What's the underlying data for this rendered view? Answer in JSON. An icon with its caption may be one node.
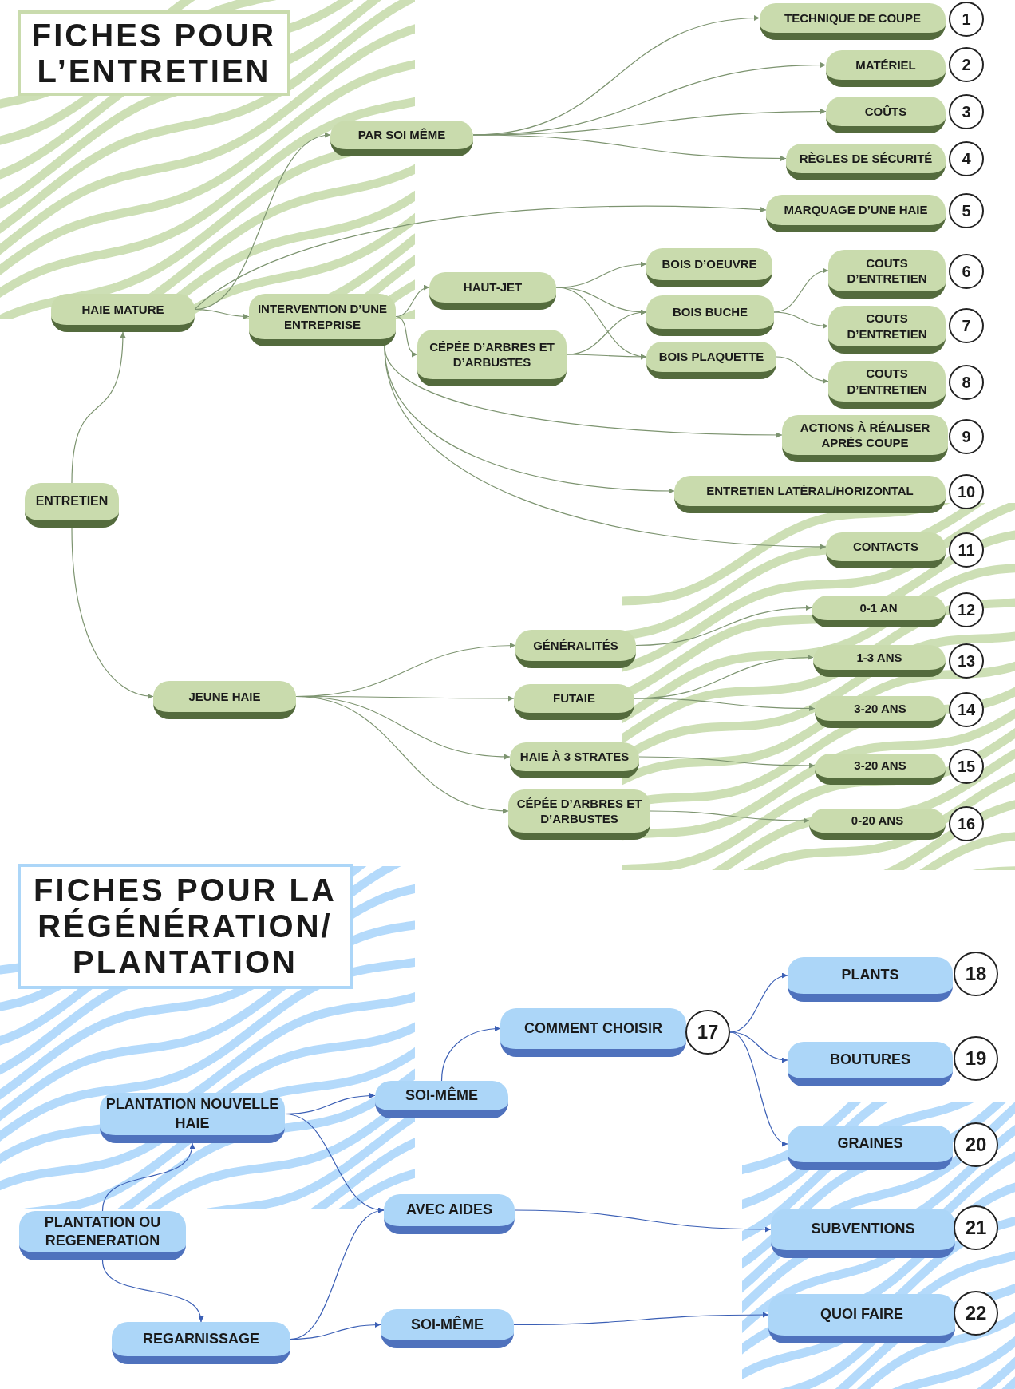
{
  "diagram": {
    "nodes": [
      {
        "text": [
          "FICHES POUR L’ENTRETIEN"
        ]
      },
      {
        "text": [
          "ENTRETIEN"
        ]
      },
      {
        "text": [
          "HAIE MATURE"
        ]
      },
      {
        "text": [
          "PAR SOI MÊME"
        ]
      },
      {
        "text": [
          "TECHNIQUE DE COUPE"
        ]
      },
      {
        "text": [
          "MATÉRIEL"
        ]
      },
      {
        "text": [
          "COÛTS"
        ]
      },
      {
        "text": [
          "RÈGLES DE SÉCURITÉ"
        ]
      },
      {
        "text": [
          "MARQUAGE D’UNE HAIE"
        ]
      },
      {
        "text": [
          "INTERVENTION D’UNE ENTREPRISE"
        ]
      },
      {
        "text": [
          "HAUT-JET"
        ]
      },
      {
        "text": [
          "CÉPÉE D’ARBRES ET D’ARBUSTES"
        ]
      },
      {
        "text": [
          "BOIS D’OEUVRE"
        ]
      },
      {
        "text": [
          "BOIS BUCHE"
        ]
      },
      {
        "text": [
          "BOIS PLAQUETTE"
        ]
      },
      {
        "text": [
          "COUTS D’ENTRETIEN"
        ]
      },
      {
        "text": [
          "COUTS D’ENTRETIEN"
        ]
      },
      {
        "text": [
          "COUTS D’ENTRETIEN"
        ]
      },
      {
        "text": [
          "ACTIONS À RÉALISER APRÈS COUPE"
        ]
      },
      {
        "text": [
          "ENTRETIEN LATÉRAL/HORIZONTAL"
        ]
      },
      {
        "text": [
          "CONTACTS"
        ]
      },
      {
        "text": [
          "JEUNE HAIE"
        ]
      },
      {
        "text": [
          "GÉNÉRALITÉS"
        ]
      },
      {
        "text": [
          "FUTAIE"
        ]
      },
      {
        "text": [
          "HAIE À 3 STRATES"
        ]
      },
      {
        "text": [
          "CÉPÉE D’ARBRES ET D’ARBUSTES"
        ]
      },
      {
        "text": [
          "0-1 AN"
        ]
      },
      {
        "text": [
          "1-3 ANS"
        ]
      },
      {
        "text": [
          "3-20 ANS"
        ]
      },
      {
        "text": [
          "3-20 ANS"
        ]
      },
      {
        "text": [
          "0-20 ANS"
        ]
      },
      {
        "text": [
          "1"
        ]
      },
      {
        "text": [
          "2"
        ]
      },
      {
        "text": [
          "3"
        ]
      },
      {
        "text": [
          "4"
        ]
      },
      {
        "text": [
          "5"
        ]
      },
      {
        "text": [
          "6"
        ]
      },
      {
        "text": [
          "7"
        ]
      },
      {
        "text": [
          "8"
        ]
      },
      {
        "text": [
          "9"
        ]
      },
      {
        "text": [
          "10"
        ]
      },
      {
        "text": [
          "11"
        ]
      },
      {
        "text": [
          "12"
        ]
      },
      {
        "text": [
          "13"
        ]
      },
      {
        "text": [
          "14"
        ]
      },
      {
        "text": [
          "15"
        ]
      },
      {
        "text": [
          "16"
        ]
      },
      {
        "text": [
          "FICHES POUR LA RÉGÉNÉRATION/ PLANTATION"
        ]
      },
      {
        "text": [
          "PLANTATION OU REGENERATION"
        ]
      },
      {
        "text": [
          "PLANTATION NOUVELLE HAIE"
        ]
      },
      {
        "text": [
          "REGARNISSAGE"
        ]
      },
      {
        "text": [
          "SOI-MÊME"
        ]
      },
      {
        "text": [
          "AVEC AIDES"
        ]
      },
      {
        "text": [
          "SOI-MÊME"
        ]
      },
      {
        "text": [
          "COMMENT CHOISIR"
        ]
      },
      {
        "text": [
          "PLANTS"
        ]
      },
      {
        "text": [
          "BOUTURES"
        ]
      },
      {
        "text": [
          "GRAINES"
        ]
      },
      {
        "text": [
          "SUBVENTIONS"
        ]
      },
      {
        "text": [
          "QUOI FAIRE"
        ]
      },
      {
        "text": [
          "17"
        ]
      },
      {
        "text": [
          "18"
        ]
      },
      {
        "text": [
          "19"
        ]
      },
      {
        "text": [
          "20"
        ]
      },
      {
        "text": [
          "21"
        ]
      },
      {
        "text": [
          "22"
        ]
      }
    ],
    "edges": [
      {
        "from": 1,
        "to": 2,
        "arrow": "to"
      },
      {
        "from": 1,
        "to": 21,
        "arrow": "to"
      },
      {
        "from": 2,
        "to": 3,
        "arrow": "to"
      },
      {
        "from": 2,
        "to": 8,
        "arrow": "to"
      },
      {
        "from": 2,
        "to": 9,
        "arrow": "to"
      },
      {
        "from": 3,
        "to": 4,
        "arrow": "to"
      },
      {
        "from": 3,
        "to": 5,
        "arrow": "to"
      },
      {
        "from": 3,
        "to": 6,
        "arrow": "to"
      },
      {
        "from": 3,
        "to": 7,
        "arrow": "to"
      },
      {
        "from": 9,
        "to": 10,
        "arrow": "to"
      },
      {
        "from": 9,
        "to": 11,
        "arrow": "to"
      },
      {
        "from": 9,
        "to": 18,
        "arrow": "to"
      },
      {
        "from": 9,
        "to": 19,
        "arrow": "to"
      },
      {
        "from": 9,
        "to": 20,
        "arrow": "to"
      },
      {
        "from": 10,
        "to": 12,
        "arrow": "to"
      },
      {
        "from": 10,
        "to": 13,
        "arrow": "to"
      },
      {
        "from": 10,
        "to": 14,
        "arrow": "to"
      },
      {
        "from": 11,
        "to": 13,
        "arrow": "to"
      },
      {
        "from": 11,
        "to": 14,
        "arrow": "to"
      },
      {
        "from": 13,
        "to": 15,
        "arrow": "to"
      },
      {
        "from": 13,
        "to": 16,
        "arrow": "to"
      },
      {
        "from": 14,
        "to": 17,
        "arrow": "to"
      },
      {
        "from": 21,
        "to": 22,
        "arrow": "to"
      },
      {
        "from": 21,
        "to": 23,
        "arrow": "to"
      },
      {
        "from": 21,
        "to": 24,
        "arrow": "to"
      },
      {
        "from": 21,
        "to": 25,
        "arrow": "to"
      },
      {
        "from": 22,
        "to": 26,
        "arrow": "to"
      },
      {
        "from": 23,
        "to": 27,
        "arrow": "to"
      },
      {
        "from": 23,
        "to": 28,
        "arrow": "to"
      },
      {
        "from": 24,
        "to": 29,
        "arrow": "to"
      },
      {
        "from": 25,
        "to": 30,
        "arrow": "to"
      },
      {
        "from": 48,
        "to": 49,
        "arrow": "to",
        "color": "#3b5fb5"
      },
      {
        "from": 48,
        "to": 50,
        "arrow": "to",
        "color": "#3b5fb5"
      },
      {
        "from": 49,
        "to": 51,
        "arrow": "to",
        "color": "#3b5fb5"
      },
      {
        "from": 49,
        "to": 52,
        "arrow": "to",
        "color": "#3b5fb5"
      },
      {
        "from": 50,
        "to": 52,
        "arrow": "to",
        "color": "#3b5fb5"
      },
      {
        "from": 50,
        "to": 53,
        "arrow": "to",
        "color": "#3b5fb5"
      },
      {
        "from": 51,
        "to": 54,
        "arrow": "to",
        "color": "#3b5fb5"
      },
      {
        "from": 60,
        "to": 55,
        "arrow": "to",
        "color": "#3b5fb5"
      },
      {
        "from": 60,
        "to": 56,
        "arrow": "to",
        "color": "#3b5fb5"
      },
      {
        "from": 60,
        "to": 57,
        "arrow": "to",
        "color": "#3b5fb5"
      },
      {
        "from": 52,
        "to": 58,
        "arrow": "to",
        "color": "#3b5fb5"
      },
      {
        "from": 53,
        "to": 59,
        "arrow": "to",
        "color": "#3b5fb5"
      }
    ]
  }
}
